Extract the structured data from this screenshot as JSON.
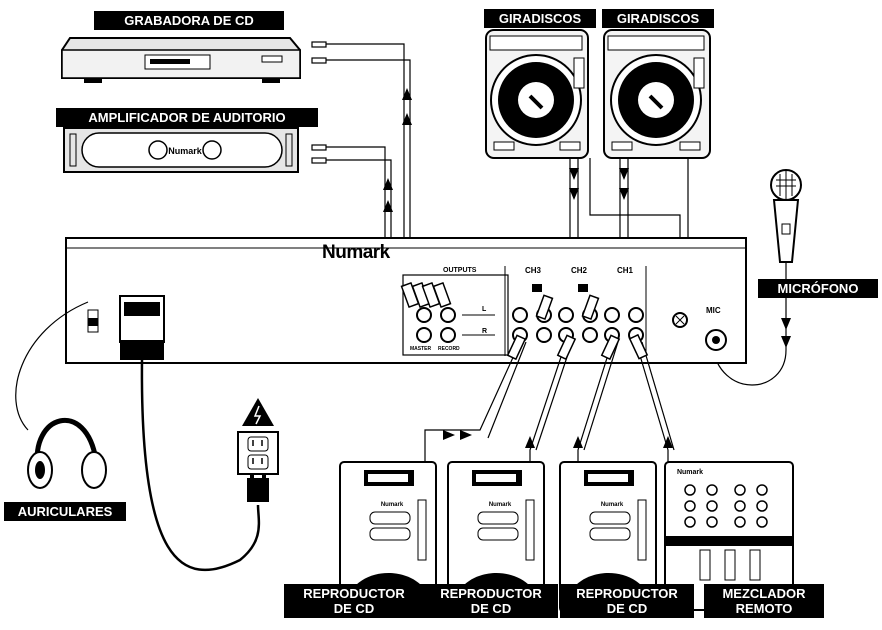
{
  "labels": {
    "cd_recorder": "GRABADORA DE CD",
    "amplifier": "AMPLIFICADOR DE AUDITORIO",
    "turntable_1": "GIRADISCOS",
    "turntable_2": "GIRADISCOS",
    "microphone": "MICRÓFONO",
    "headphones": "AURICULARES",
    "cd_player_1_line1": "REPRODUCTOR",
    "cd_player_1_line2": "DE CD",
    "cd_player_2_line1": "REPRODUCTOR",
    "cd_player_2_line2": "DE CD",
    "cd_player_3_line1": "REPRODUCTOR",
    "cd_player_3_line2": "DE CD",
    "remote_mixer_line1": "MEZCLADOR",
    "remote_mixer_line2": "REMOTO"
  },
  "mixer_panel": {
    "brand": "Numark",
    "outputs": "OUTPUTS",
    "ch3": "CH3",
    "ch2": "CH2",
    "ch1": "CH1",
    "mic": "MIC",
    "left": "L",
    "right": "R",
    "master": "MASTER",
    "record": "RECORD"
  },
  "device_brand": {
    "amplifier_logo": "Numark",
    "cd_player_logo": "Numark",
    "mixer_logo": "Numark"
  },
  "colors": {
    "ink": "#000000",
    "paper": "#ffffff",
    "device_gray": "#d9d9d9"
  }
}
